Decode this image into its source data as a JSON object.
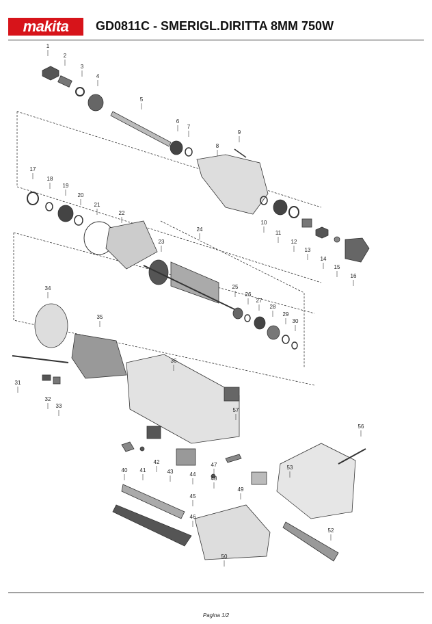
{
  "header": {
    "brand": "makita",
    "title": "GD0811C - SMERIGL.DIRITTA 8MM 750W"
  },
  "parts": [
    "1",
    "2",
    "3",
    "4",
    "5",
    "6",
    "7",
    "8",
    "9",
    "10",
    "11",
    "12",
    "13",
    "14",
    "15",
    "16",
    "17",
    "18",
    "19",
    "20",
    "21",
    "22",
    "23",
    "24",
    "25",
    "26",
    "27",
    "28",
    "29",
    "30",
    "31",
    "32",
    "33",
    "34",
    "35",
    "36",
    "40",
    "41",
    "42",
    "43",
    "44",
    "45",
    "46",
    "47",
    "48",
    "49",
    "50",
    "52",
    "53",
    "56",
    "57"
  ],
  "footer": {
    "page": "Pagina 1/2"
  },
  "colors": {
    "brand_red": "#d7141a",
    "line": "#333333"
  }
}
